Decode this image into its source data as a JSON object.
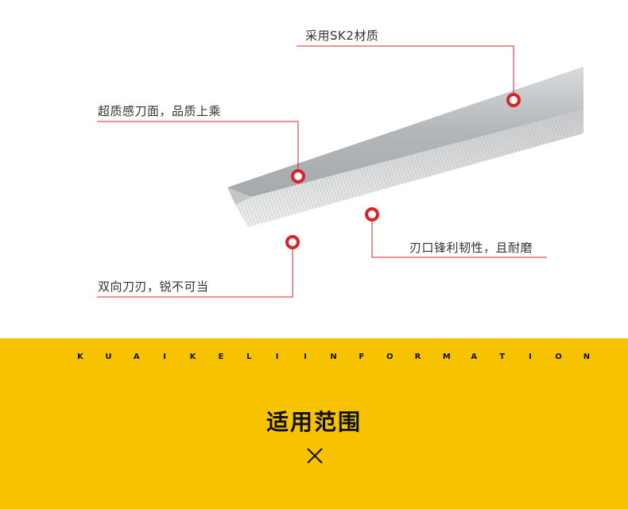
{
  "callouts": {
    "material": "采用SK2材质",
    "surface": "超质感刀面，品质上乘",
    "edge": "刃口锋利韧性，且耐磨",
    "double_edge": "双向刀刃，锐不可当"
  },
  "banner": {
    "letters": [
      "K",
      "U",
      "A",
      "I",
      "K",
      "E",
      "L",
      "I",
      "I",
      "N",
      "F",
      "O",
      "R",
      "M",
      "A",
      "T",
      "I",
      "O",
      "N"
    ],
    "title": "适用范围"
  },
  "icons": {
    "marker": "target-dot-icon",
    "close": "close-icon"
  },
  "colors": {
    "accent_red": "#d9232d",
    "banner_yellow": "#f7c300",
    "blade_gray": "#b9bcbf"
  }
}
